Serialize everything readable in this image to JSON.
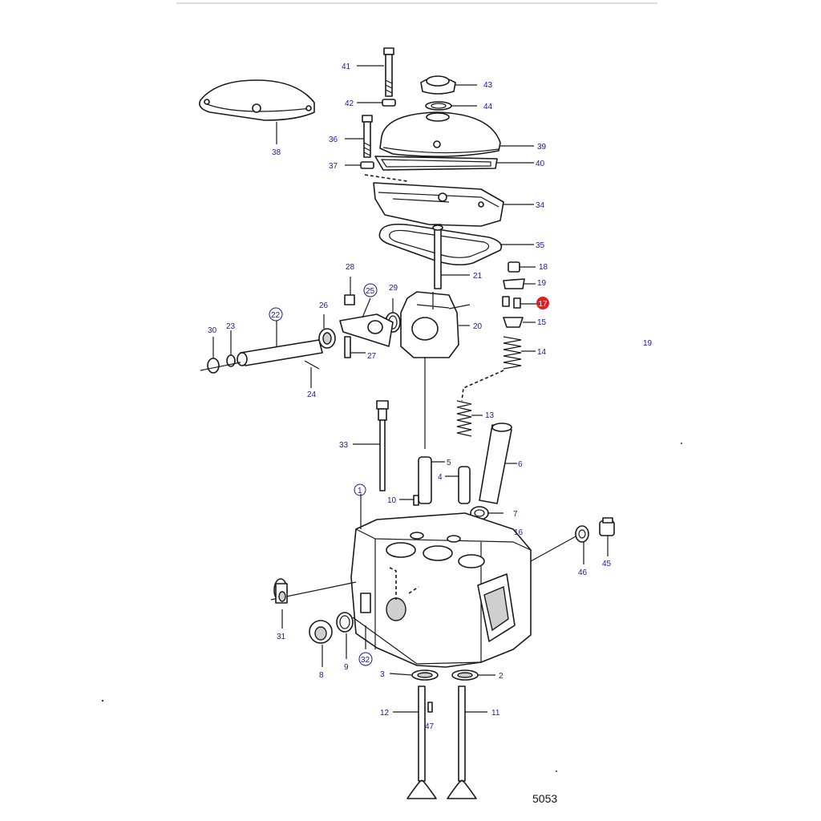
{
  "diagram": {
    "drawing_number": "5053",
    "highlight_color": "#e02020",
    "label_color": "#1a1aa0",
    "highlighted_part": "17",
    "labels": {
      "p1": "1",
      "p2": "2",
      "p3": "3",
      "p4": "4",
      "p5": "5",
      "p6": "6",
      "p7": "7",
      "p8": "8",
      "p9": "9",
      "p10": "10",
      "p11": "11",
      "p12": "12",
      "p13": "13",
      "p14": "14",
      "p15": "15",
      "p16": "16",
      "p17": "17",
      "p18": "18",
      "p19": "19",
      "p19b": "19",
      "p20": "20",
      "p21": "21",
      "p22": "22",
      "p23": "23",
      "p24": "24",
      "p25": "25",
      "p26": "26",
      "p27": "27",
      "p28": "28",
      "p29": "29",
      "p30": "30",
      "p31": "31",
      "p32": "32",
      "p33": "33",
      "p34": "34",
      "p35": "35",
      "p36": "36",
      "p37": "37",
      "p38": "38",
      "p39": "39",
      "p40": "40",
      "p41": "41",
      "p42": "42",
      "p43": "43",
      "p44": "44",
      "p45": "45",
      "p46": "46",
      "p47": "47"
    }
  }
}
